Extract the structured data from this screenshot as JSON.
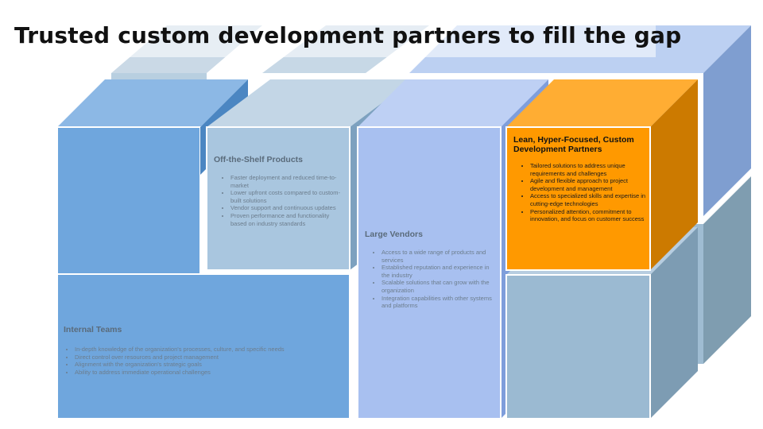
{
  "title": "Trusted custom development partners to fill the gap",
  "colors": {
    "blue_face": "#6fa6dd",
    "pale_face": "#a9c6df",
    "periwinkle_face": "#a8c0f0",
    "orange_front": "#ff9900",
    "orange_top": "#ffad33",
    "orange_side": "#cc7a00",
    "steel_face": "#9bbad2"
  },
  "blocks": [
    {
      "id": "internal",
      "heading": "Internal Teams",
      "bullets": [
        "In-depth knowledge of the organization's processes, culture, and specific needs",
        "Direct control over resources and project management",
        "Alignment with the organization's strategic goals",
        "Ability to address immediate operational challenges"
      ]
    },
    {
      "id": "shelf",
      "heading": "Off-the-Shelf Products",
      "bullets": [
        "Faster deployment and reduced time-to-market",
        "Lower upfront costs compared to custom-built solutions",
        "Vendor support and continuous updates",
        "Proven performance and functionality based on industry standards"
      ]
    },
    {
      "id": "vendors",
      "heading": "Large Vendors",
      "bullets": [
        "Access to a wide range of products and services",
        "Established reputation and experience in the industry",
        "Scalable solutions that can grow with the organization",
        "Integration capabilities with other systems and platforms"
      ]
    },
    {
      "id": "lean",
      "heading": "Lean, Hyper-Focused, Custom Development Partners",
      "bullets": [
        "Tailored solutions to address unique requirements and challenges",
        "Agile and flexible approach to project development and management",
        "Access to specialized skills and expertise in cutting-edge technologies",
        "Personalized attention, commitment to innovation, and focus on customer success"
      ]
    }
  ]
}
